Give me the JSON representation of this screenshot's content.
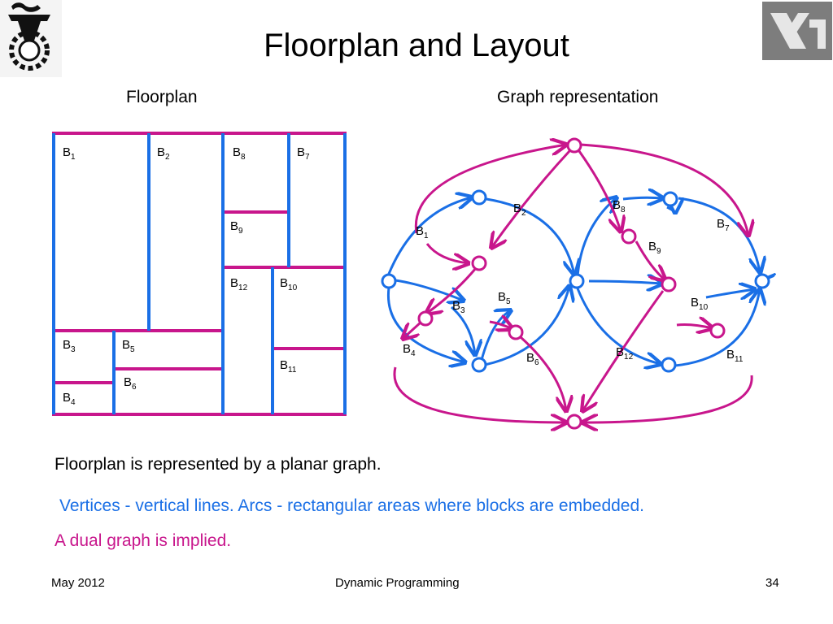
{
  "slide": {
    "title": "Floorplan and Layout",
    "left_heading": "Floorplan",
    "right_heading": "Graph representation"
  },
  "floorplan_blocks": [
    {
      "b": "B",
      "n": "1"
    },
    {
      "b": "B",
      "n": "2"
    },
    {
      "b": "B",
      "n": "8"
    },
    {
      "b": "B",
      "n": "7"
    },
    {
      "b": "B",
      "n": "9"
    },
    {
      "b": "B",
      "n": "12"
    },
    {
      "b": "B",
      "n": "10"
    },
    {
      "b": "B",
      "n": "3"
    },
    {
      "b": "B",
      "n": "5"
    },
    {
      "b": "B",
      "n": "11"
    },
    {
      "b": "B",
      "n": "6"
    },
    {
      "b": "B",
      "n": "4"
    }
  ],
  "graph_labels": [
    {
      "b": "B",
      "n": "2"
    },
    {
      "b": "B",
      "n": "8"
    },
    {
      "b": "B",
      "n": "7"
    },
    {
      "b": "B",
      "n": "1"
    },
    {
      "b": "B",
      "n": "9"
    },
    {
      "b": "B",
      "n": "5"
    },
    {
      "b": "B",
      "n": "3"
    },
    {
      "b": "B",
      "n": "10"
    },
    {
      "b": "B",
      "n": "4"
    },
    {
      "b": "B",
      "n": "6"
    },
    {
      "b": "B",
      "n": "12"
    },
    {
      "b": "B",
      "n": "11"
    }
  ],
  "text": {
    "line1": "Floorplan is represented by a planar graph.",
    "line2": "Vertices - vertical lines. Arcs - rectangular areas where blocks are embedded.",
    "line3": "A dual graph is implied."
  },
  "footer": {
    "left": "May 2012",
    "center": "Dynamic Programming",
    "right": "34"
  },
  "colors": {
    "blue": "#1a6fe6",
    "magenta": "#c8168c",
    "text_blue": "#1a6fe6"
  },
  "icons": {
    "left_logo": "technion-logo",
    "right_logo": "hebrew-letters-logo"
  }
}
